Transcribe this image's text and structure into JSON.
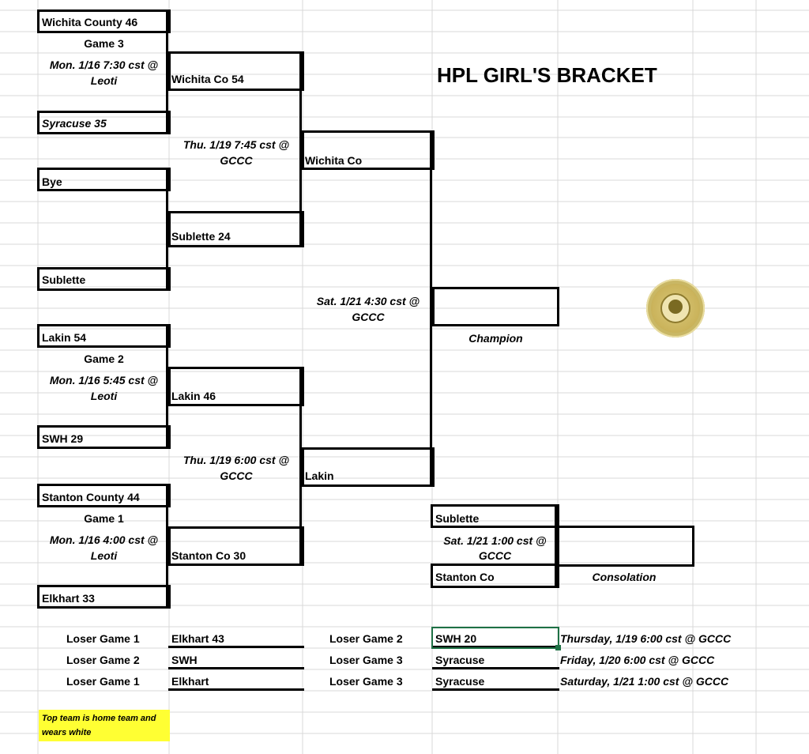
{
  "title": "HPL GIRL'S BRACKET",
  "bracket": {
    "r1_wichita_county": "Wichita County  46",
    "game3_label": "Game 3",
    "game3_time_l1": "Mon. 1/16 7:30 cst @",
    "game3_time_l2": "Leoti",
    "r1_syracuse": "Syracuse  35",
    "r1_bye": "Bye",
    "r1_sublette": "Sublette",
    "r1_lakin": "Lakin  54",
    "game2_label": "Game 2",
    "game2_time_l1": "Mon. 1/16 5:45 cst @",
    "game2_time_l2": "Leoti",
    "r1_swh": "SWH   29",
    "r1_stanton_county": "Stanton County  44",
    "game1_label": "Game 1",
    "game1_time_l1": "Mon. 1/16 4:00 cst @",
    "game1_time_l2": "Leoti",
    "r1_elkhart": "Elkhart   33",
    "r2_wichita_co": "Wichita Co   54",
    "r2_top_time_l1": "Thu. 1/19 7:45 cst @",
    "r2_top_time_l2": "GCCC",
    "r2_sublette": "Sublette   24",
    "r2_lakin": "Lakin   46",
    "r2_bottom_time_l1": "Thu. 1/19 6:00 cst @",
    "r2_bottom_time_l2": "GCCC",
    "r2_stanton_co": "Stanton Co   30",
    "r3_wichita_co": "Wichita Co",
    "final_time_l1": "Sat. 1/21 4:30 cst @",
    "final_time_l2": "GCCC",
    "r3_lakin": "Lakin",
    "champion_label": "Champion",
    "cons_sublette": "Sublette",
    "cons_time_l1": "Sat. 1/21 1:00 cst @",
    "cons_time_l2": "GCCC",
    "cons_stanton_co": "Stanton Co",
    "consolation_label": "Consolation"
  },
  "losers": [
    {
      "left_label": "Loser Game 1",
      "left_team": "Elkhart   43",
      "right_label": "Loser Game 2",
      "right_team": "SWH   20",
      "schedule": "Thursday, 1/19 6:00 cst @ GCCC"
    },
    {
      "left_label": "Loser Game 2",
      "left_team": "SWH",
      "right_label": "Loser Game 3",
      "right_team": "Syracuse",
      "schedule": "Friday, 1/20 6:00 cst @ GCCC"
    },
    {
      "left_label": "Loser Game 1",
      "left_team": "Elkhart",
      "right_label": "Loser Game 3",
      "right_team": "Syracuse",
      "schedule": "Saturday, 1/21 1:00 cst @ GCCC"
    }
  ],
  "note": {
    "line1": "Top team is home team and",
    "line2": "wears white"
  },
  "colors": {
    "gridline": "#d9d9d9",
    "selection": "#1e7145",
    "note_bg": "#ffff33"
  },
  "icons": {
    "seal": "seal-emblem-icon"
  }
}
